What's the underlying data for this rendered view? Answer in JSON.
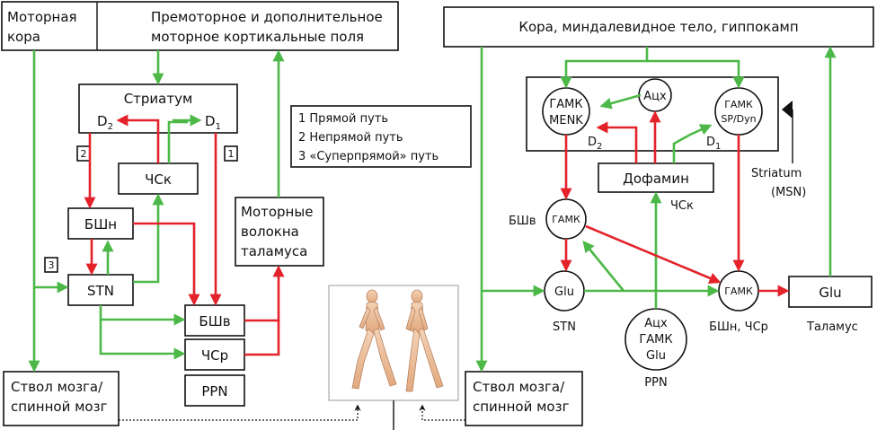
{
  "left": {
    "motor_cortex": [
      "Моторная",
      "кора"
    ],
    "premotor": [
      "Премоторное и дополнительное",
      "моторное кортикальные поля"
    ],
    "striatum": "Стриатум",
    "d2": "D",
    "d2_sub": "2",
    "d1": "D",
    "d1_sub": "1",
    "chsk": "ЧСк",
    "bshn": "БШн",
    "stn": "STN",
    "bshv": "БШв",
    "chsr": "ЧСр",
    "ppn": "PPN",
    "thalamus_motor": [
      "Моторные",
      "волокна",
      "таламуса"
    ],
    "brainstem": [
      "Ствол мозга/",
      "спинной мозг"
    ],
    "num1": "1",
    "num2": "2",
    "num3": "3",
    "legend": [
      "1 Прямой путь",
      "2 Непрямой путь",
      "3 «Суперпрямой» путь"
    ]
  },
  "right": {
    "cortex": "Кора, миндалевидное тело, гиппокамп",
    "gaba_menk": [
      "ГАМК",
      "MENK"
    ],
    "ach": "Ацх",
    "gaba_sp": [
      "ГАМК",
      "SP/Dyn"
    ],
    "d2": "D",
    "d2_sub": "2",
    "d1": "D",
    "d1_sub": "1",
    "dopamine": "Дофамин",
    "chsk": "ЧСк",
    "striatum_msn": [
      "Striatum",
      "(MSN)"
    ],
    "bshv": "БШв",
    "gaba_bshv": "ГАМК",
    "glu_stn": "Glu",
    "stn": "STN",
    "gaba_out": "ГАМК",
    "bshn_chsr": "БШн, ЧСр",
    "glu_thal": "Glu",
    "thalamus": "Таламус",
    "ppn_circle": [
      "Ацх",
      "ГАМК",
      "Glu"
    ],
    "ppn": "PPN",
    "brainstem": [
      "Ствол мозга/",
      "спинной мозг"
    ]
  },
  "colors": {
    "excitatory": "#4cb847",
    "inhibitory": "#e3222a",
    "outline": "#111111"
  },
  "figure": {
    "icon": "walking-figures-illustration"
  }
}
